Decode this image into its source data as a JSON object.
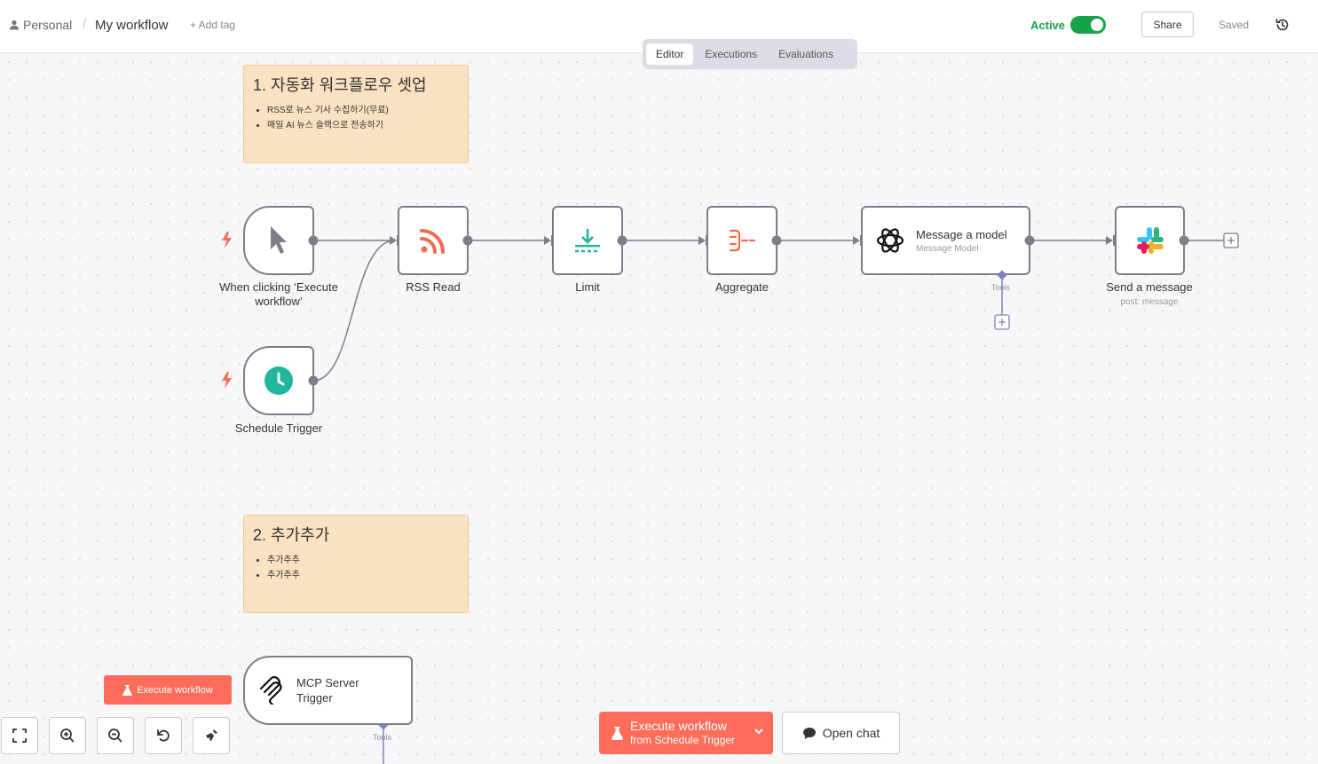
{
  "header": {
    "breadcrumb_root": "Personal",
    "breadcrumb_separator": "/",
    "workflow_title": "My workflow",
    "add_tag": "+ Add tag",
    "active_label": "Active",
    "active": true,
    "share_label": "Share",
    "saved_label": "Saved"
  },
  "tabs": [
    {
      "label": "Editor",
      "active": true
    },
    {
      "label": "Executions",
      "active": false
    },
    {
      "label": "Evaluations",
      "active": false
    }
  ],
  "sticky_notes": [
    {
      "title": "1. 자동화 워크플로우 셋업",
      "items": [
        "RSS로 뉴스 기사 수집하기(무료)",
        "매일 AI 뉴스 슬랙으로 전송하기"
      ]
    },
    {
      "title": "2. 추가추가",
      "items": [
        "추가추추",
        "추가추추"
      ]
    }
  ],
  "nodes": {
    "manual_trigger": {
      "label_line1": "When clicking ‘Execute",
      "label_line2": "workflow’",
      "icon": "cursor-icon"
    },
    "rss_read": {
      "label": "RSS Read",
      "icon": "rss-icon"
    },
    "limit": {
      "label": "Limit",
      "icon": "limit-icon"
    },
    "aggregate": {
      "label": "Aggregate",
      "icon": "aggregate-icon"
    },
    "message_model": {
      "title": "Message a model",
      "subtitle": "Message Model",
      "port_label": "Tools",
      "icon": "openai-icon"
    },
    "send_message": {
      "label": "Send a message",
      "subtitle": "post: message",
      "icon": "slack-icon"
    },
    "schedule_trigger": {
      "label": "Schedule Trigger",
      "icon": "clock-icon"
    },
    "mcp_trigger": {
      "title_line1": "MCP Server",
      "title_line2": "Trigger",
      "port_label": "Tools",
      "icon": "mcp-icon"
    }
  },
  "buttons": {
    "execute_small": "Execute workflow",
    "execute_main_line1": "Execute workflow",
    "execute_main_line2": "from Schedule Trigger",
    "open_chat": "Open chat"
  },
  "colors": {
    "accent": "#ff6d5a",
    "active_green": "#16a34a",
    "sticky_bg": "#fae1c1",
    "connector": "#7c7f8a",
    "ai_port": "#7d83c6"
  }
}
